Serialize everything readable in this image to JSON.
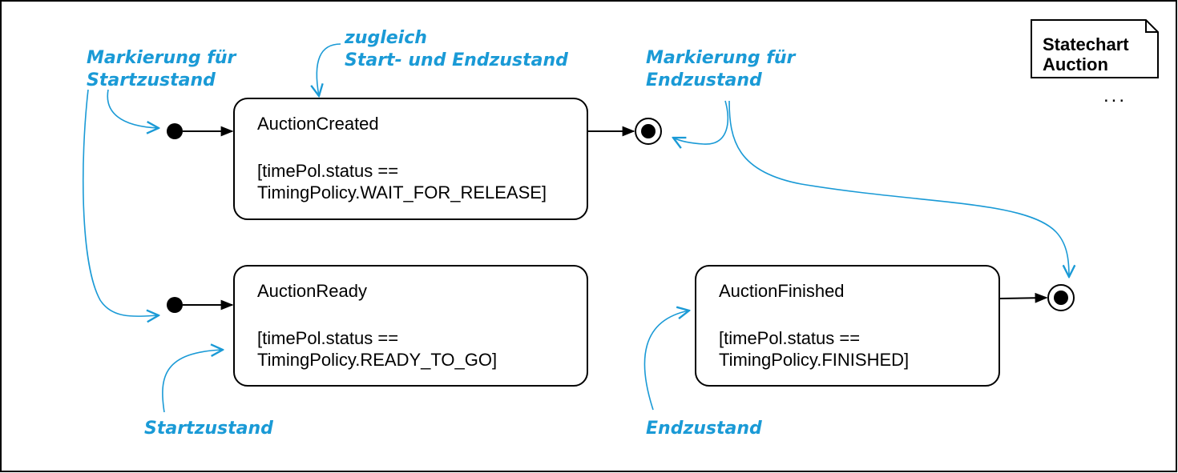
{
  "diagram": {
    "title": {
      "line1": "Statechart",
      "line2": "Auction"
    },
    "ellipsis": "...",
    "states": {
      "created": {
        "name": "AuctionCreated",
        "inv_line1": "[timePol.status ==",
        "inv_line2": "TimingPolicy.WAIT_FOR_RELEASE]"
      },
      "ready": {
        "name": "AuctionReady",
        "inv_line1": "[timePol.status ==",
        "inv_line2": "TimingPolicy.READY_TO_GO]"
      },
      "finished": {
        "name": "AuctionFinished",
        "inv_line1": "[timePol.status ==",
        "inv_line2": "TimingPolicy.FINISHED]"
      }
    },
    "annotations": {
      "start_marker": {
        "line1": "Markierung für",
        "line2": "Startzustand"
      },
      "start_and_end": {
        "line1": "zugleich",
        "line2": "Start- und Endzustand"
      },
      "end_marker": {
        "line1": "Markierung für",
        "line2": "Endzustand"
      },
      "start_state": "Startzustand",
      "end_state": "Endzustand"
    },
    "colors": {
      "annotation": "#1a9ad6",
      "lines": "#000000",
      "background": "#ffffff"
    }
  }
}
